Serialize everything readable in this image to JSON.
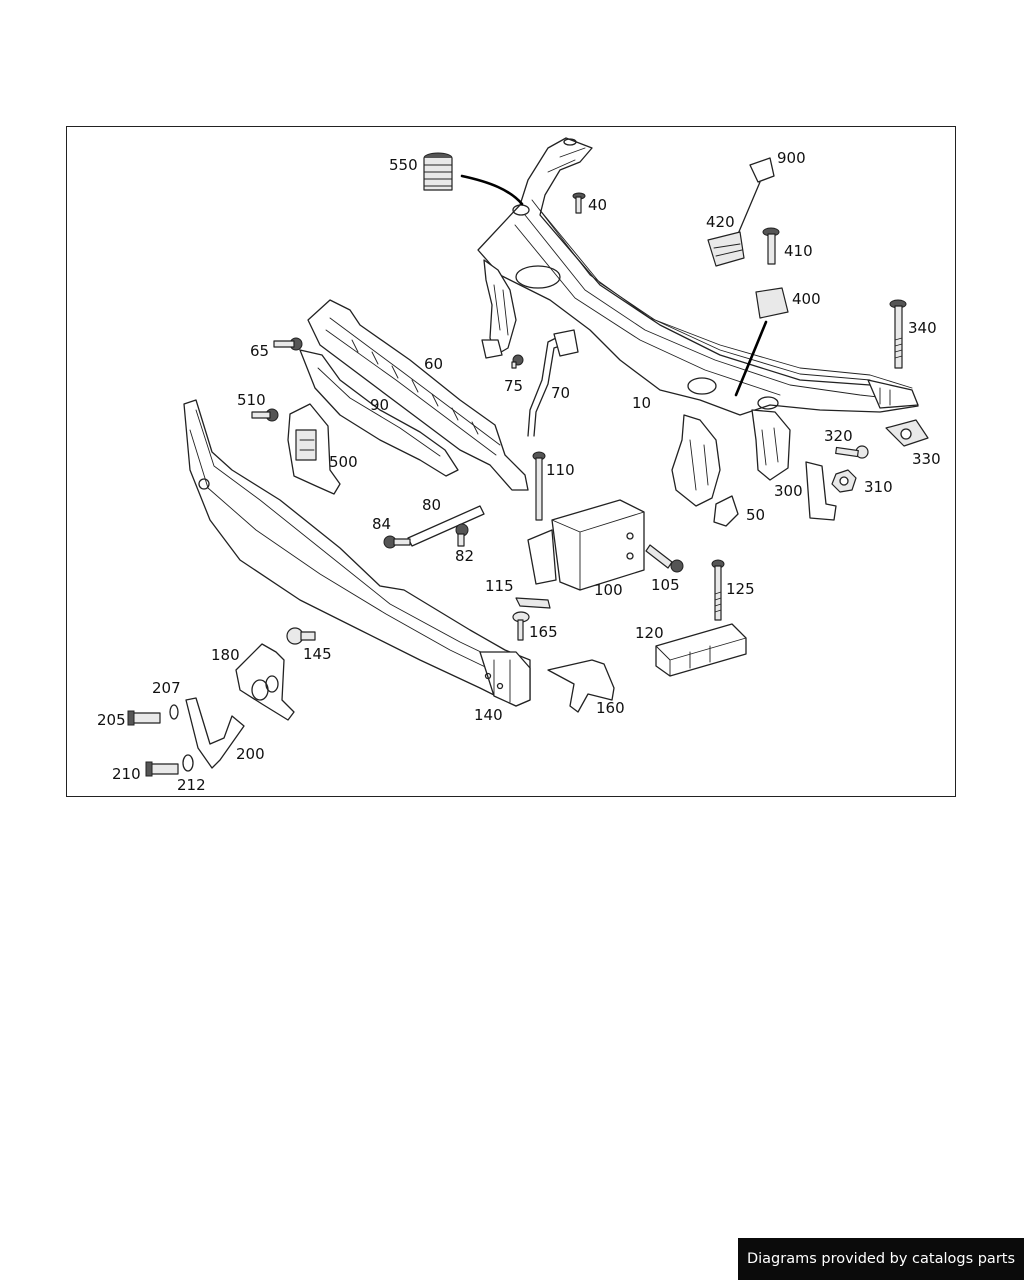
{
  "diagram": {
    "labels": [
      "550",
      "40",
      "900",
      "420",
      "410",
      "400",
      "340",
      "65",
      "60",
      "75",
      "70",
      "10",
      "510",
      "90",
      "500",
      "320",
      "330",
      "110",
      "300",
      "310",
      "50",
      "80",
      "84",
      "82",
      "105",
      "115",
      "100",
      "125",
      "165",
      "120",
      "145",
      "180",
      "207",
      "205",
      "140",
      "160",
      "200",
      "210",
      "212"
    ]
  },
  "footer": {
    "text": "Diagrams provided by catalogs parts"
  }
}
